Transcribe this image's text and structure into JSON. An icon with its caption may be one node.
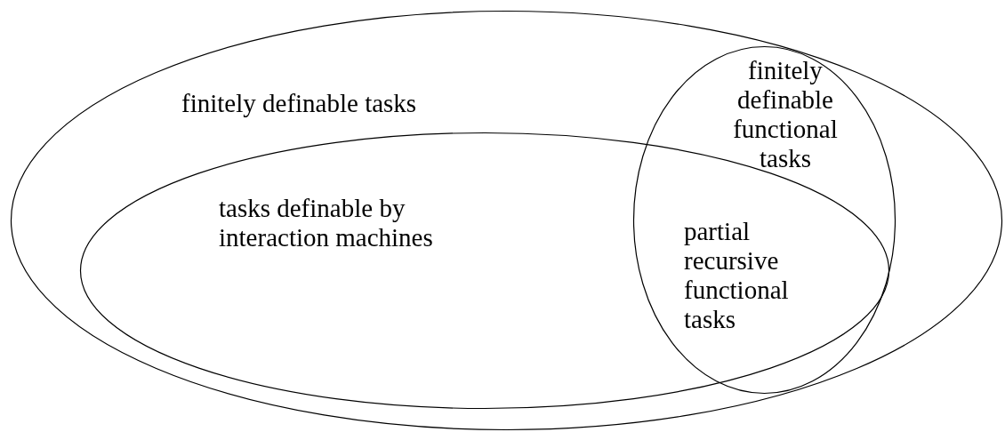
{
  "diagram": {
    "nodes": [
      {
        "text": [
          "finitely definable tasks"
        ]
      },
      {
        "text": [
          "tasks definable by interaction machines"
        ],
        "in": 0
      },
      {
        "text": [
          "finitely definable functional tasks"
        ],
        "in": 0
      }
    ],
    "labels": [
      "partial recursive functional tasks"
    ]
  }
}
